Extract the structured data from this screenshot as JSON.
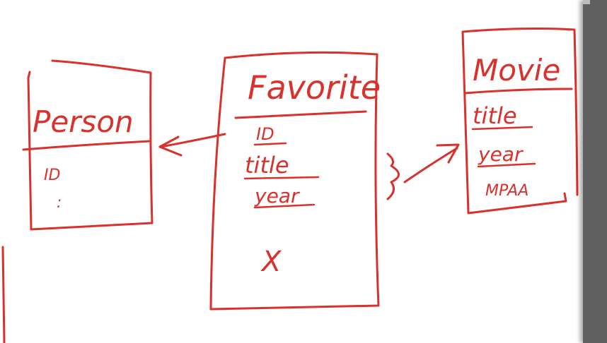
{
  "colors": {
    "ink": "#d9312b",
    "canvas": "#ffffff",
    "scrollbar": "#5f5f5f"
  },
  "entities": {
    "person": {
      "title": "Person",
      "fields": [
        "ID",
        ":"
      ]
    },
    "favorite": {
      "title": "Favorite",
      "fields": [
        "ID",
        "title",
        "year"
      ],
      "extra_mark": "X"
    },
    "movie": {
      "title": "Movie",
      "fields": [
        "title",
        "year",
        "MPAA"
      ]
    }
  }
}
